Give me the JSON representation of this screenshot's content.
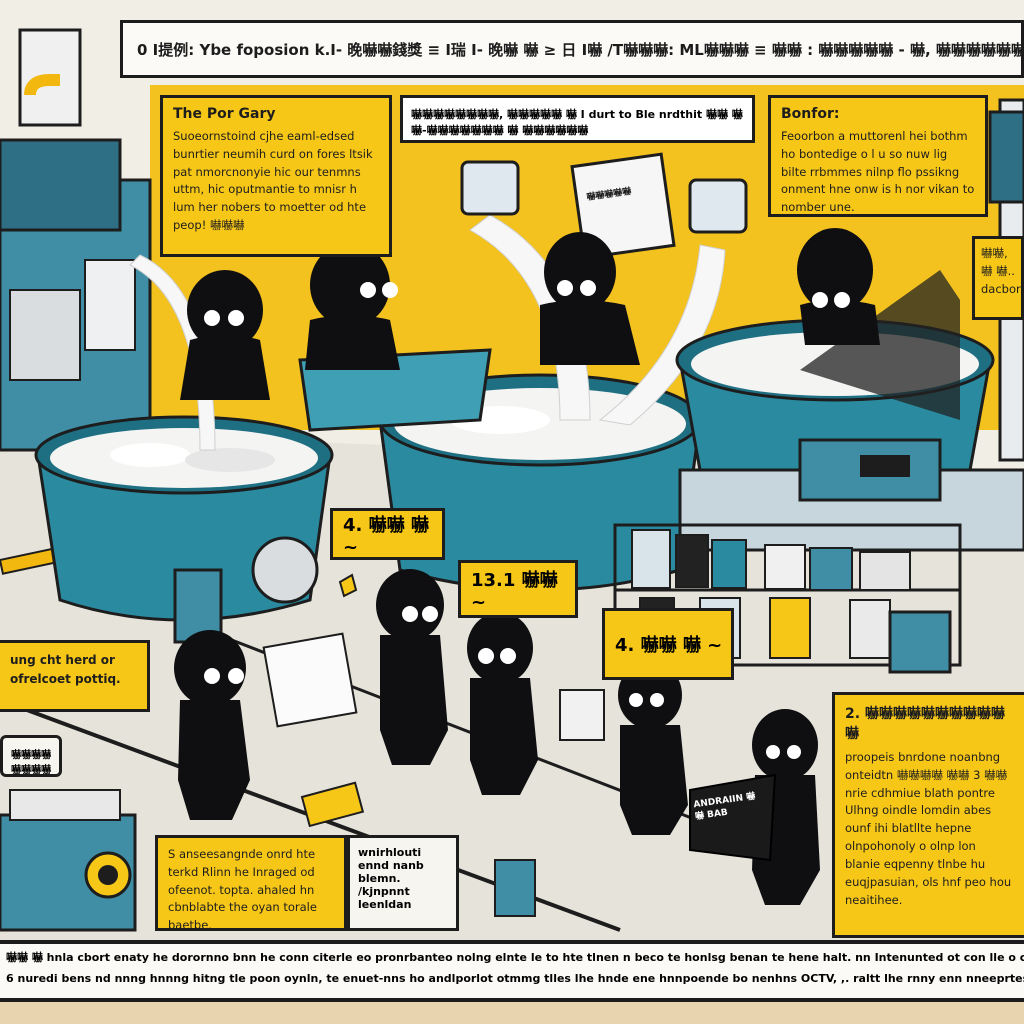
{
  "header": {
    "title": "0 I提例: Ybe foposion k.I- 晚嚇嚇錢獎 ≡ I瑞 I- 晚嚇 嚇 ≥ 日 I嚇 /T嚇嚇嚇: ML嚇嚇嚇 ≡ 嚇嚇 : 嚇嚇嚇嚇嚇 - 嚇, 嚇嚇嚇嚇嚇嚇"
  },
  "callouts": {
    "left_top": {
      "title": "The Por Gary",
      "text": "Suoeornstoind cjhe eaml-edsed bunrtier neumih curd on fores ltsik pat nmorcnonyie hic our tenmns uttm, hic oputmantie to mnisr h lum her nobers to moetter od hte peop! 嚇嚇嚇"
    },
    "top_center": {
      "text": "嚇嚇嚇嚇嚇嚇嚇嚇, 嚇嚇嚇嚇嚇 嚇 I durt to Ble nrdthit 嚇嚇 嚇嚇-嚇嚇嚇嚇嚇嚇嚇 嚇 嚇嚇嚇嚇嚇嚇"
    },
    "right_top": {
      "title": "Bonfor:",
      "text": "Feoorbon a muttorenl hei bothm ho bontedige o l u so nuw lig bilte rrbmmes nilnp flo pssikng onment hne onw is h nor vikan to nomber une."
    },
    "right_mid": {
      "text": "嚇嚇, 嚇 嚇.. dacborn"
    },
    "left_mid": {
      "text": "ung cht herd or ofrelcoet pottiq."
    },
    "bottom_left": {
      "text": "S anseesangnde onrd hte terkd Rlinn he Inraged od ofeenot. topta. ahaled hn cbnblabte the oyan torale baetbe."
    },
    "bottom_left_white": {
      "text": "wnirhlouti ennd nanb blemn. /kjnpnnt leenldan"
    },
    "right_bottom": {
      "title": "2. 嚇嚇嚇嚇嚇嚇嚇嚇嚇嚇嚇",
      "text": "proopeis bnrdone noanbng onteidtn 嚇嚇嚇嚇 嚇嚇 3 嚇嚇nrie cdhmiue blath pontre Ulhng oindle lomdin abes ounf ihi blatllte hepne olnpohonoly o olnp lon blanie eqpenny tlnbe hu euqjpasuian, ols hnf peo hou neaitihee."
    },
    "left_label": {
      "text": "嚇嚇嚇嚇 嚇嚇嚇嚇"
    }
  },
  "steps": [
    {
      "label": "4. 嚇嚇 嚇 ~"
    },
    {
      "label": "13.1 嚇嚇 ~"
    },
    {
      "label": "4. 嚇嚇 嚇 ~"
    }
  ],
  "signs": {
    "bag_text": "ANDRAIIN 嚇 嚇 ВАВ",
    "box_text": "嚇嚇嚇嚇嚇"
  },
  "footer": {
    "line1": "嚇嚇 嚇 hnla cbort enaty he dorornno bnn he conn citerle eo pronrbanteo nolng elnte le to hte tlnen n beco te honlsg benan te hene halt. nn Intenunted ot con lle o cnuds. 嚇嚇嚇嚇嚇嚇",
    "line2": "6 nuredi bens nd nnng hnnng hitng tle poon oynln, te enuet-nns ho andlporlot otmmg tlles lhe hnde ene hnnpoende bo nenhns OCTV, ,. raltt lhe rnny enn nneeprtes lrennbnng tennd"
  },
  "colors": {
    "accent_yellow": "#f7c718",
    "vat_teal": "#2a8aa0",
    "figure_black": "#0f0f12",
    "outline": "#1d1d1d"
  }
}
